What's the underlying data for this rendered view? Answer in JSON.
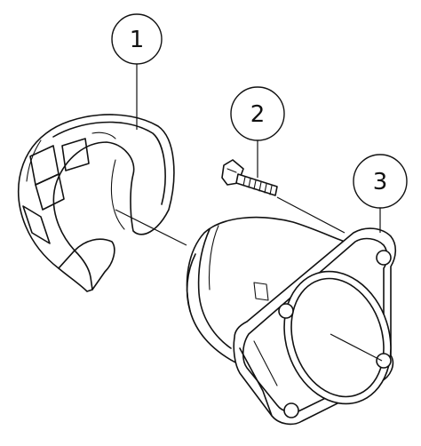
{
  "callouts": [
    {
      "label": "1",
      "part": "guard-cover"
    },
    {
      "label": "2",
      "part": "screw"
    },
    {
      "label": "3",
      "part": "housing"
    }
  ]
}
